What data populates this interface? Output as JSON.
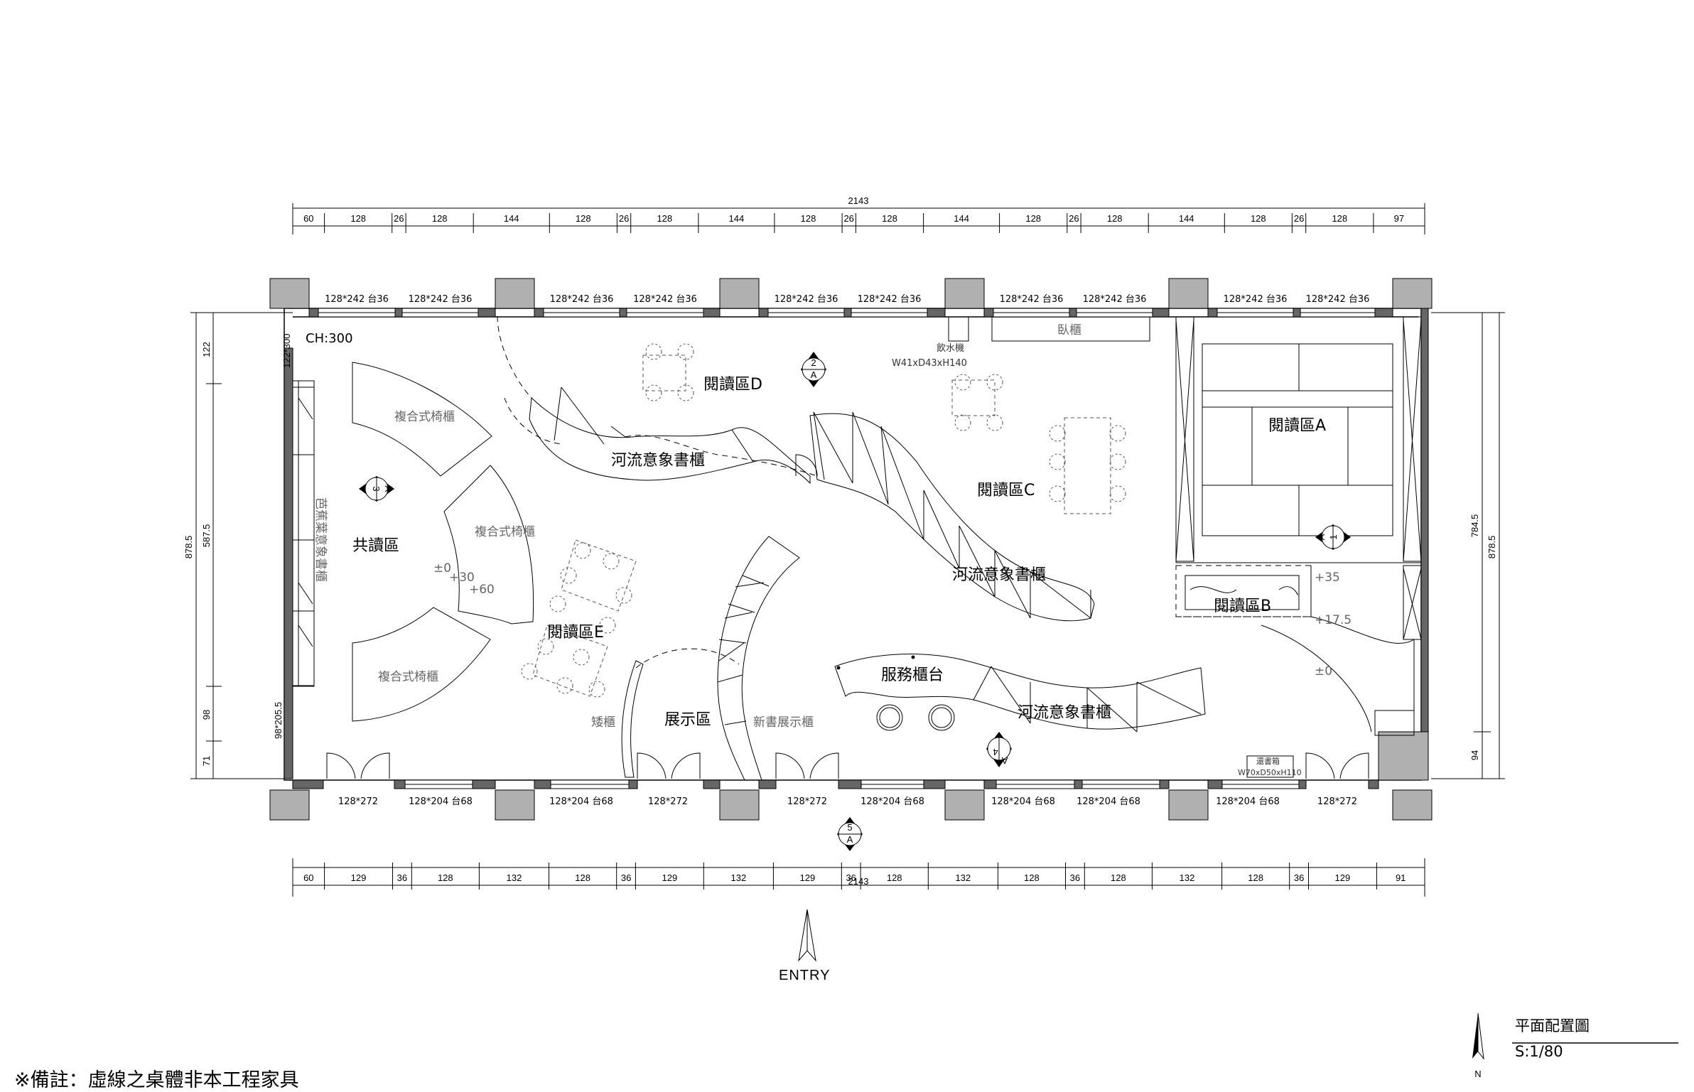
{
  "dims": {
    "top_total": "2143",
    "top_segments": [
      "60",
      "128",
      "26",
      "128",
      "144",
      "128",
      "26",
      "128",
      "144",
      "128",
      "26",
      "128",
      "144",
      "128",
      "26",
      "128",
      "144",
      "128",
      "26",
      "128",
      "97"
    ],
    "bottom_total": "2143",
    "bottom_segments": [
      "60",
      "129",
      "36",
      "128",
      "132",
      "128",
      "36",
      "129",
      "132",
      "129",
      "36",
      "128",
      "132",
      "128",
      "36",
      "128",
      "132",
      "128",
      "36",
      "129",
      "91"
    ],
    "left_outer": "878.5",
    "left_inner": [
      "122",
      "587.5",
      "98",
      "71"
    ],
    "right_outer": "878.5",
    "right_inner": [
      "784.5",
      "94"
    ],
    "ch": "CH:300",
    "left_top_small": "122*300",
    "left_bottom_small": "98*205.5"
  },
  "windows_top": [
    "128*242 台36",
    "128*242 台36",
    "128*242 台36",
    "128*242 台36",
    "128*242 台36",
    "128*242 台36",
    "128*242 台36",
    "128*242 台36",
    "128*242 台36",
    "128*242 台36"
  ],
  "windows_bottom": [
    "128*272",
    "128*204 台68",
    "128*204 台68",
    "128*272",
    "128*272",
    "128*204 台68",
    "128*204 台68",
    "128*204 台68",
    "128*204 台68",
    "128*272"
  ],
  "zones": {
    "reading_a": "閱讀區A",
    "reading_b": "閱讀區B",
    "reading_c": "閱讀區C",
    "reading_d": "閱讀區D",
    "reading_e": "閱讀區E",
    "shared": "共讀區",
    "display": "展示區",
    "service": "服務櫃台"
  },
  "labels": {
    "river_shelf_1": "河流意象書櫃",
    "river_shelf_2": "河流意象書櫃",
    "river_shelf_3": "河流意象書櫃",
    "composite_1": "複合式椅櫃",
    "composite_2": "複合式椅櫃",
    "composite_3": "複合式椅櫃",
    "left_wall_shelf": "芭蕉葉意象書櫃",
    "low_cabinet": "矮櫃",
    "new_book": "新書展示櫃",
    "water": "飲水機",
    "water_size": "W41xD43xH140",
    "counter_top": "臥櫃",
    "return_box": "還書箱",
    "return_size": "W70xD50xH110",
    "lv_0": "±0",
    "lv_30": "+30",
    "lv_60": "+60",
    "lv_35": "+35",
    "lv_175": "+17.5",
    "lv_0b": "±0"
  },
  "sections": {
    "s2": [
      "2",
      "A"
    ],
    "s3": [
      "3",
      "A"
    ],
    "s1": [
      "1",
      "A"
    ],
    "s4": [
      "4",
      "A"
    ],
    "s5": [
      "5",
      "A"
    ]
  },
  "entry": "ENTRY",
  "north": "N",
  "title_block": {
    "title": "平面配置圖",
    "scale": "S:1/80"
  },
  "footnote": "※備註：虛線之桌體非本工程家具"
}
